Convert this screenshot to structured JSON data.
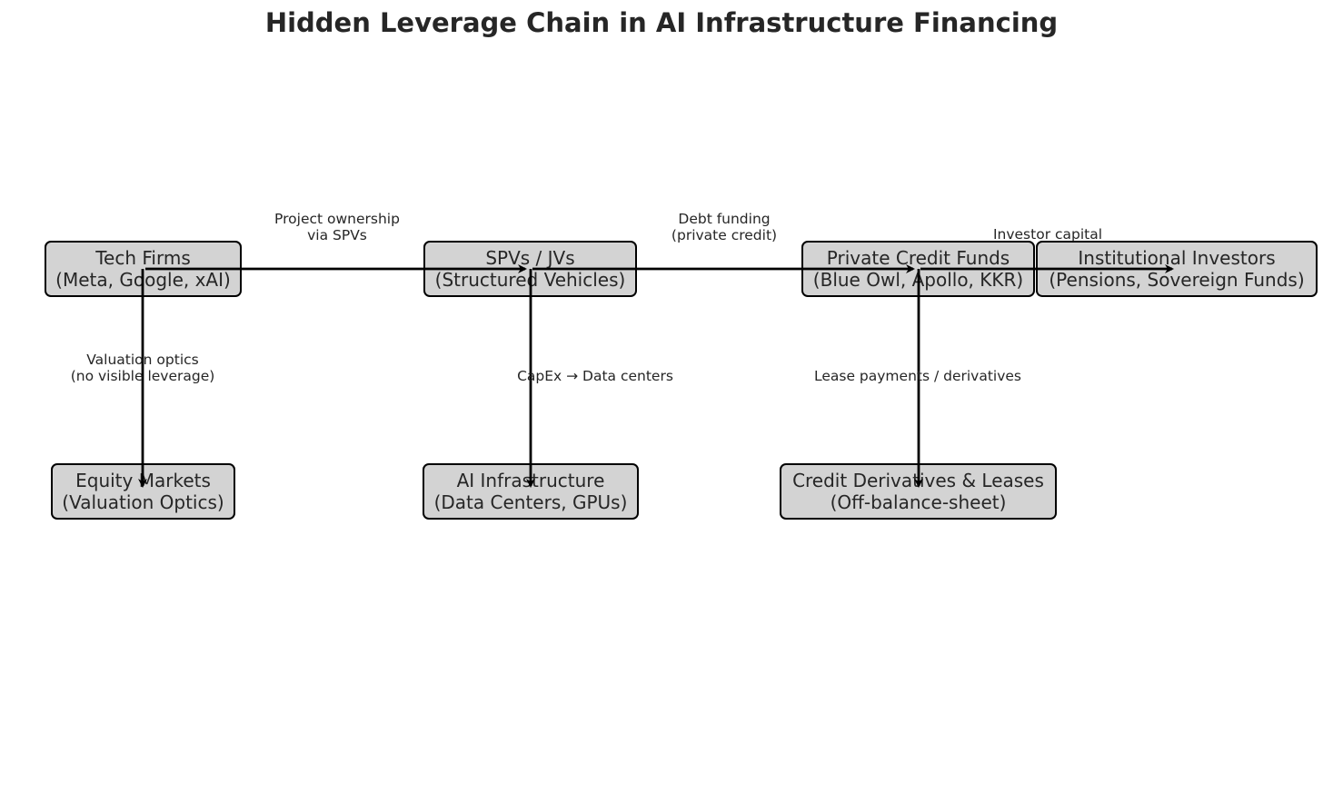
{
  "title": "Hidden Leverage Chain in AI Infrastructure Financing",
  "nodes": {
    "tech_firms": {
      "line1": "Tech Firms",
      "line2": "(Meta, Google, xAI)"
    },
    "spvs": {
      "line1": "SPVs / JVs",
      "line2": "(Structured Vehicles)"
    },
    "private_credit": {
      "line1": "Private Credit Funds",
      "line2": "(Blue Owl, Apollo, KKR)"
    },
    "institutional": {
      "line1": "Institutional Investors",
      "line2": "(Pensions, Sovereign Funds)"
    },
    "equity_markets": {
      "line1": "Equity Markets",
      "line2": "(Valuation Optics)"
    },
    "ai_infra": {
      "line1": "AI Infrastructure",
      "line2": "(Data Centers, GPUs)"
    },
    "credit_derivatives": {
      "line1": "Credit Derivatives & Leases",
      "line2": "(Off-balance-sheet)"
    }
  },
  "edges": {
    "project_ownership": {
      "line1": "Project ownership",
      "line2": "via SPVs"
    },
    "debt_funding": {
      "line1": "Debt funding",
      "line2": "(private credit)"
    },
    "investor_capital": {
      "line1": "Investor capital"
    },
    "valuation_optics": {
      "line1": "Valuation optics",
      "line2": "(no visible leverage)"
    },
    "capex": {
      "line1": "CapEx → Data centers"
    },
    "lease_payments": {
      "line1": "Lease payments / derivatives"
    }
  },
  "colors": {
    "node_fill": "#d3d3d3",
    "node_border": "#000000",
    "text": "#262626",
    "arrow": "#000000"
  }
}
